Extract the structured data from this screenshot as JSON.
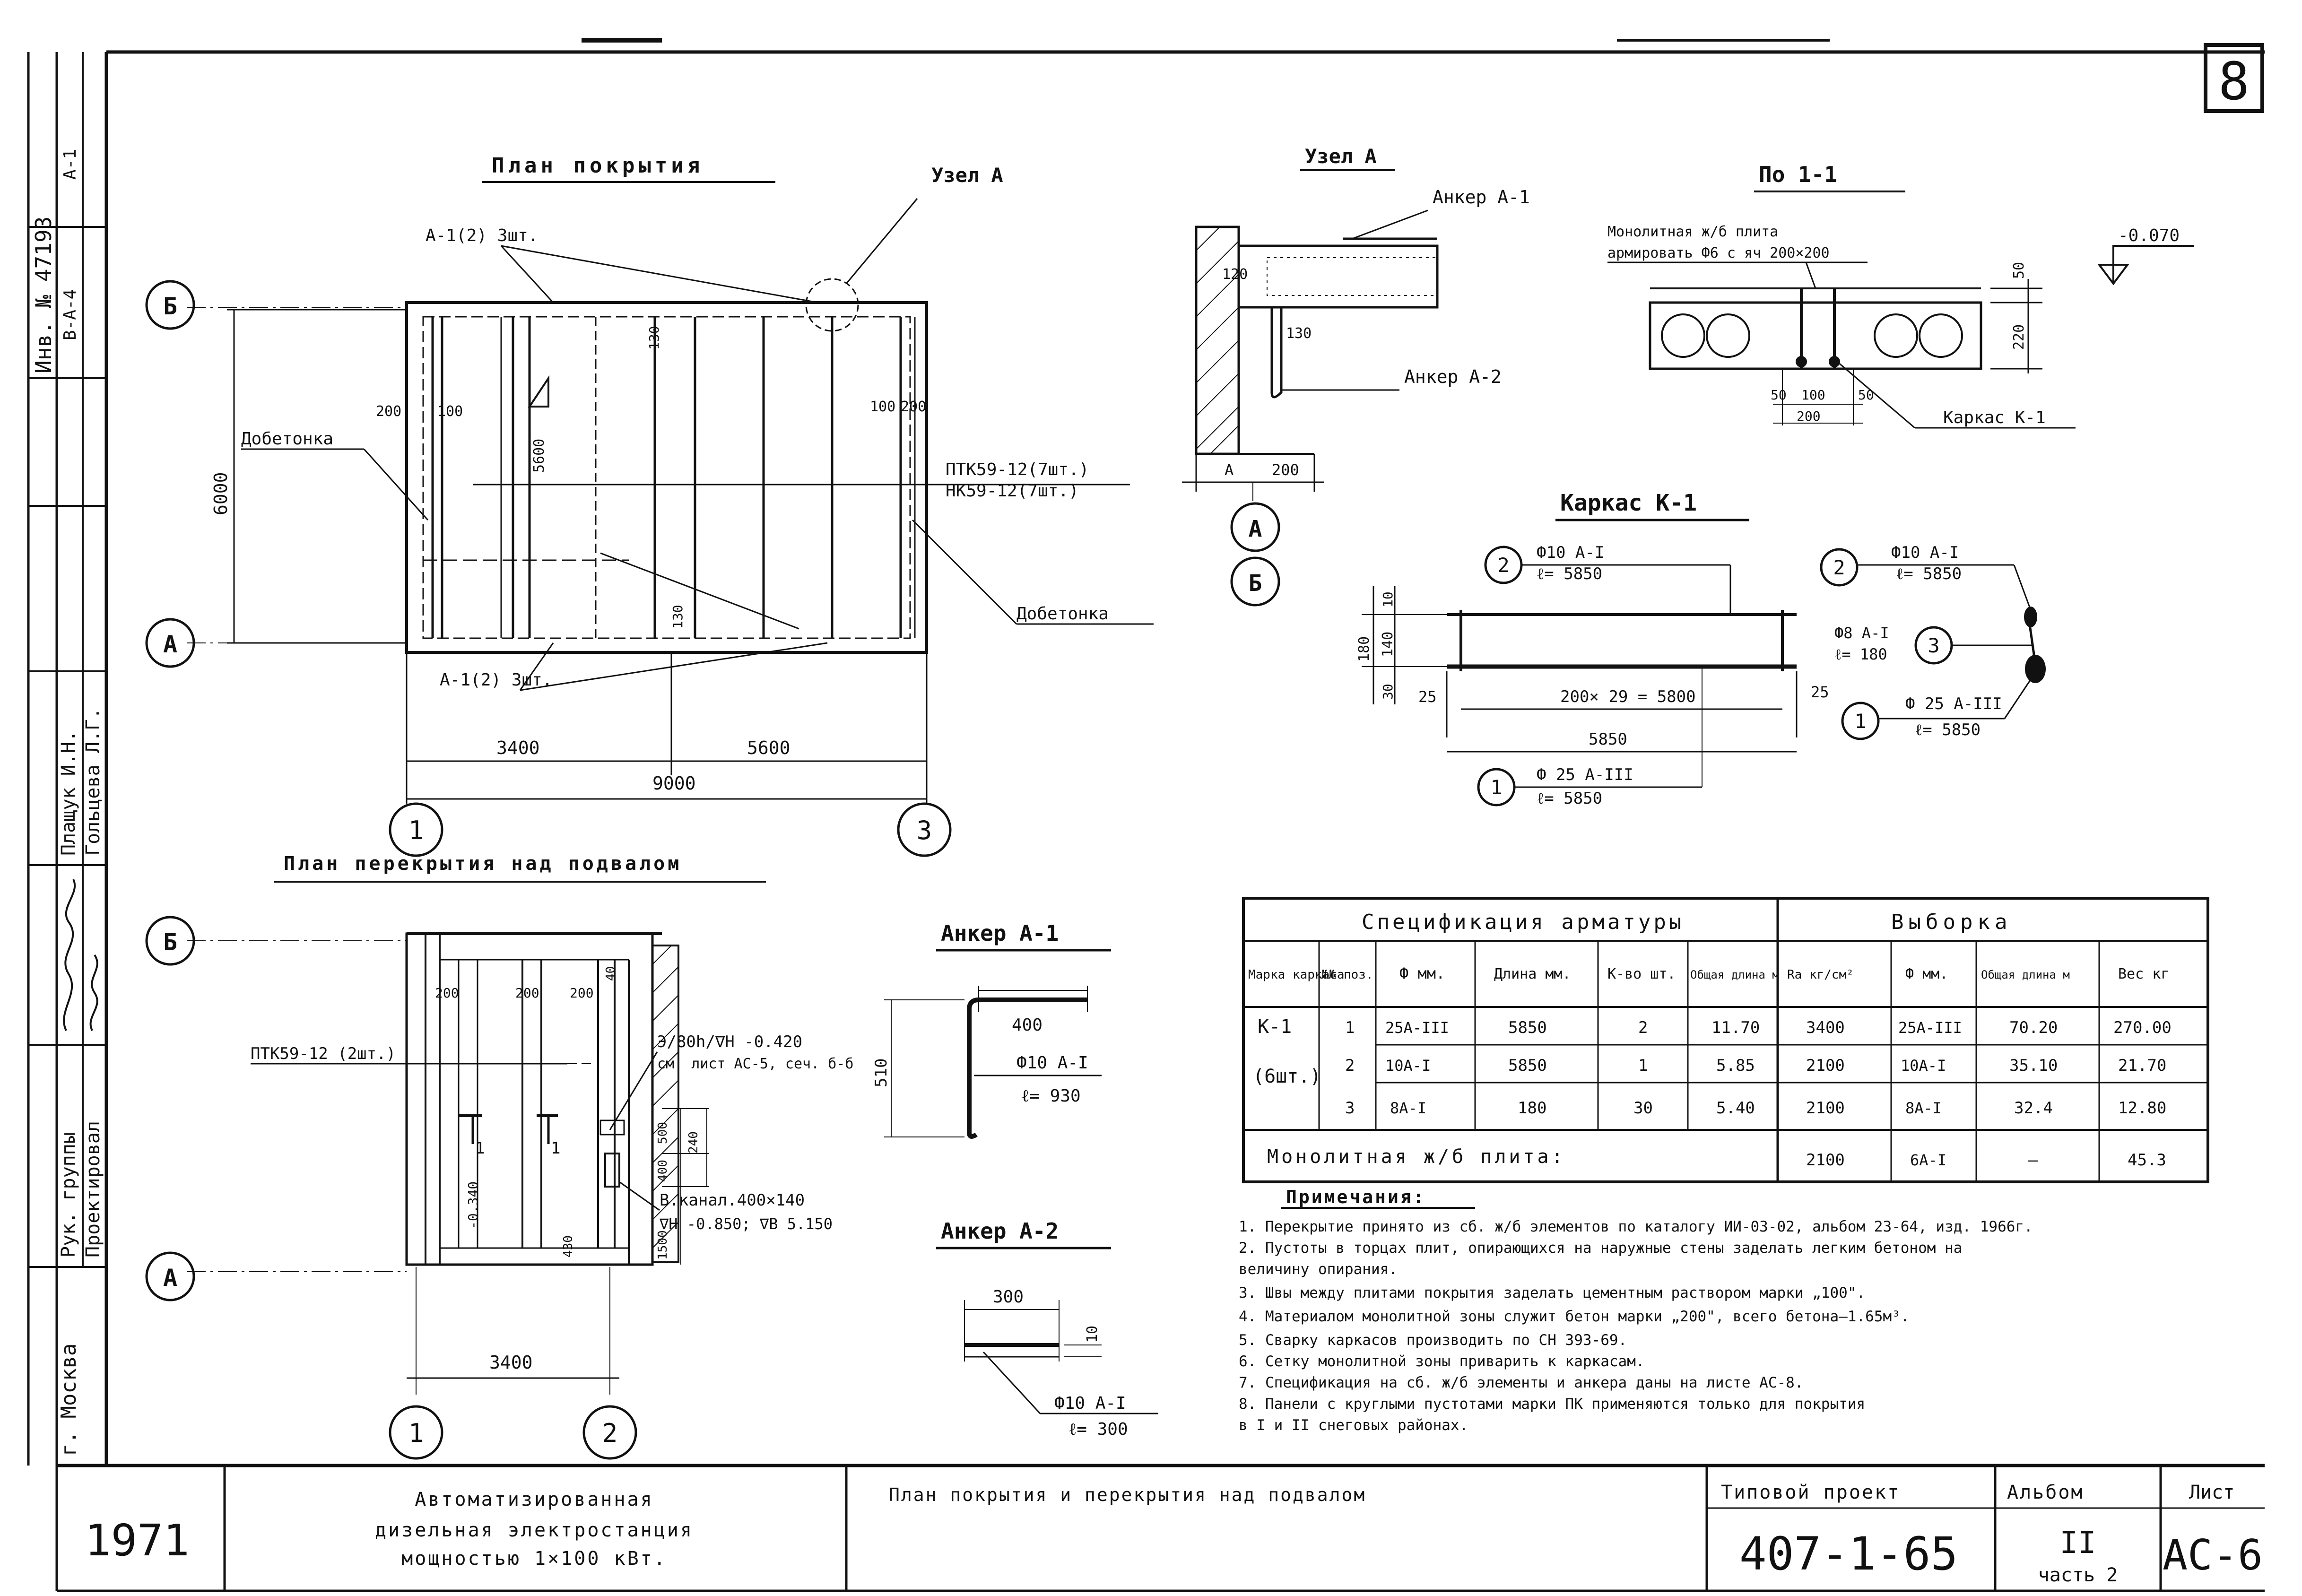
{
  "sheet_number": "8",
  "roof_plan": {
    "title": "План покрытия",
    "anchor_top": "А-1(2) 3шт.",
    "anchor_bottom": "А-1(2) 3шт.",
    "infill_left": "Добетонка",
    "infill_right": "Добетонка",
    "node_ref": "Узел А",
    "panels_1": "ПТК59-12(7шт.)",
    "panels_2": "НК59-12(7шт.)",
    "dim_6000": "6000",
    "dim_3400": "3400",
    "dim_5600": "5600",
    "dim_9000": "9000",
    "dim_200": "200",
    "dim_100a": "100",
    "dim_100b": "100",
    "dim_200b": "200",
    "dim_130a": "130",
    "dim_130b": "130",
    "dim_5600v": "5600",
    "axis_a": "А",
    "axis_b": "Б",
    "axis_1": "1",
    "axis_3": "3"
  },
  "node_a": {
    "title": "Узел А",
    "anchor1": "Анкер А-1",
    "anchor2": "Анкер А-2",
    "dim_120": "120",
    "dim_130": "130",
    "dim_a": "А",
    "dim_200": "200",
    "axis_a": "А",
    "axis_b": "Б"
  },
  "section_1_1": {
    "title": "По 1-1",
    "note1": "Монолитная ж/б плита",
    "note2": "армировать Ф6 с яч 200×200",
    "level": "-0.070",
    "dim_50": "50",
    "dim_220": "220",
    "dim_50a": "50",
    "dim_100": "100",
    "dim_50b": "50",
    "dim_200": "200",
    "frame": "Каркас К-1"
  },
  "frame_k1": {
    "title": "Каркас К-1",
    "rebar_top": "Ф10 А-I",
    "len_top": "ℓ= 5850",
    "rebar_bottom": "Ф 25 А-III",
    "len_bottom": "ℓ= 5850",
    "pos2": "2",
    "pos1": "1",
    "pos3": "3",
    "r2": "Ф10 А-I",
    "r2len": "ℓ= 5850",
    "r3": "Ф8 А-I",
    "r3len": "ℓ= 180",
    "r1": "Ф 25 А-III",
    "r1len": "ℓ= 5850",
    "dim_10": "10",
    "dim_180": "180",
    "dim_140": "140",
    "dim_30": "30",
    "dim_25a": "25",
    "dim_25b": "25",
    "dim_5800": "200× 29 = 5800",
    "dim_5850": "5850"
  },
  "basement_plan": {
    "title": "План перекрытия над подвалом",
    "panels": "ПТК59-12 (2шт.)",
    "note_e": "Э/80h/∇Н -0.420",
    "note_e2": "см. лист АС-5, сеч. б-б",
    "channel": "В.канал.400×140",
    "channel_lv": "∇Н -0.850; ∇В 5.150",
    "level_340": "-0.340",
    "dim_3400": "3400",
    "dim_200a": "200",
    "dim_200b": "200",
    "dim_200c": "200",
    "dim_40": "40",
    "dim_500": "500",
    "dim_240": "240",
    "dim_400": "400",
    "dim_1500": "1500",
    "dim_430": "430",
    "cut1": "1",
    "cut2": "1",
    "axis_a": "А",
    "axis_b": "Б",
    "axis_1": "1",
    "axis_2": "2"
  },
  "anchor_a1": {
    "title": "Анкер А-1",
    "dim_400": "400",
    "dim_510": "510",
    "rebar": "Ф10 А-I",
    "len": "ℓ= 930"
  },
  "anchor_a2": {
    "title": "Анкер А-2",
    "dim_300": "300",
    "dim_10": "10",
    "rebar": "Ф10 А-I",
    "len": "ℓ= 300"
  },
  "spec_table": {
    "title": "Спецификация арматуры",
    "sample_title": "Выборка",
    "headers": [
      "Марка каркаса",
      "№№ поз.",
      "Ф мм.",
      "Длина мм.",
      "К-во шт.",
      "Общая длина м",
      "Rа кг/см²",
      "Ф мм.",
      "Общая длина м",
      "Вес кг"
    ],
    "frame_mark": "К-1",
    "frame_qty": "(6шт.)",
    "rows": [
      [
        "1",
        "25А-III",
        "5850",
        "2",
        "11.70",
        "3400",
        "25А-III",
        "70.20",
        "270.00"
      ],
      [
        "2",
        "10А-I",
        "5850",
        "1",
        "5.85",
        "2100",
        "10А-I",
        "35.10",
        "21.70"
      ],
      [
        "3",
        "8А-I",
        "180",
        "30",
        "5.40",
        "2100",
        "8А-I",
        "32.4",
        "12.80"
      ]
    ],
    "mono_label": "Монолитная ж/б плита:",
    "mono_ra": "2100",
    "mono_d": "6А-I",
    "mono_len": "–",
    "mono_w": "45.3"
  },
  "notes": {
    "title": "Примечания:",
    "items": [
      "1. Перекрытие принято из сб. ж/б элементов по каталогу ИИ-03-02, альбом 23-64, изд. 1966г.",
      "2. Пустоты в торцах плит, опирающихся на наружные стены заделать легким бетоном на",
      "   величину опирания.",
      "3. Швы между плитами покрытия заделать цементным раствором марки „100\".",
      "4. Материалом монолитной зоны служит бетон марки „200\", всего бетона—1.65м³.",
      "5. Сварку каркасов производить по СН 393-69.",
      "6. Сетку монолитной зоны приварить к каркасам.",
      "7. Спецификация на сб. ж/б элементы и анкера даны на листе АС-8.",
      "8. Панели с круглыми пустотами марки ПК применяются только для покрытия",
      "   в I и II снеговых районах."
    ]
  },
  "title_block": {
    "year": "1971",
    "project_line1": "Автоматизированная",
    "project_line2": "дизельная электростанция",
    "project_line3": "мощностью 1×100 кВт.",
    "drawing_title": "План покрытия и перекрытия над подвалом",
    "typ_label": "Типовой проект",
    "typ_value": "407-1-65",
    "album_label": "Альбом",
    "album_value": "II",
    "album_part": "часть 2",
    "sheet_label": "Лист",
    "sheet_value": "АС-6"
  },
  "side_strip": {
    "inv": "Инв. № 47193",
    "city": "г. Москва",
    "gip_label": "Рук. группы",
    "gip_name": "Плащук И.Н.",
    "proj_label": "Проектировал",
    "proj_name": "Гольцева Л.Г.",
    "ref1": "А-1",
    "ref2": "В-А-4"
  }
}
